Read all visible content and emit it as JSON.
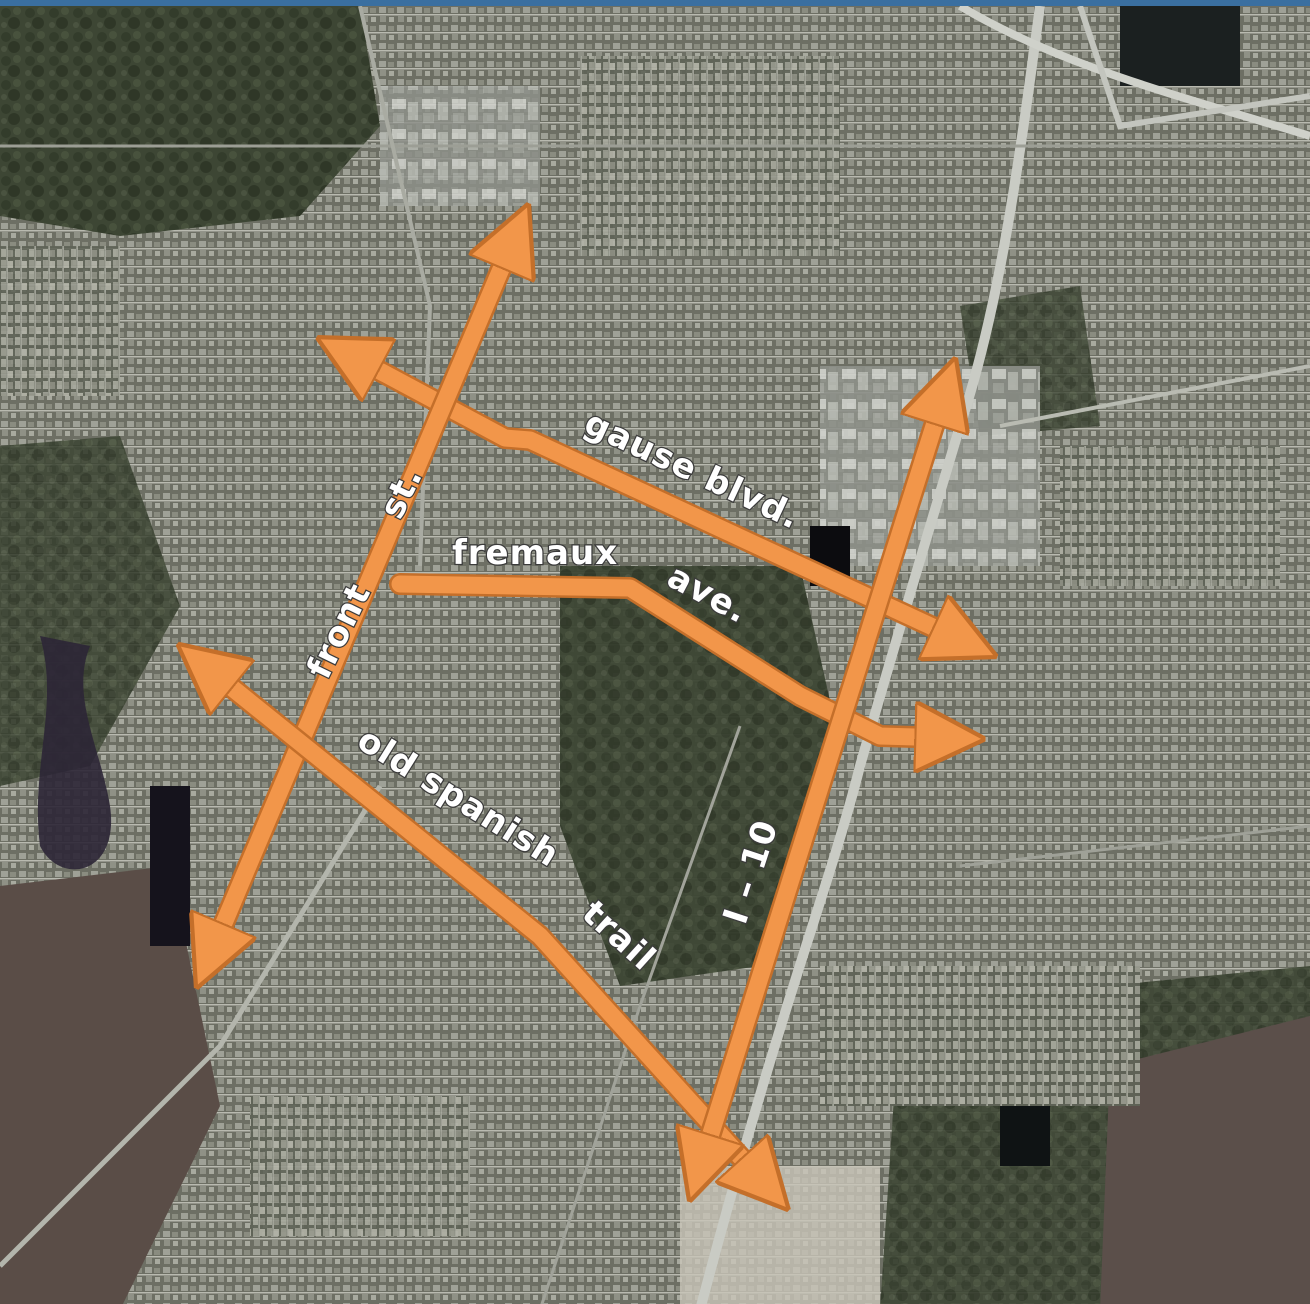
{
  "map": {
    "basemap": "satellite-aerial",
    "route_color": "#f2964a",
    "route_outline": "#c46f2a",
    "frame_color": "#3a6fa0"
  },
  "roads": {
    "gause": {
      "label": "gause blvd."
    },
    "front": {
      "label": "front",
      "label_suffix": "st."
    },
    "fremaux": {
      "label": "fremaux",
      "label_suffix": "ave."
    },
    "old_spanish": {
      "label": "old spanish",
      "label_suffix": "trail"
    },
    "i10": {
      "label": "I – 10"
    }
  }
}
